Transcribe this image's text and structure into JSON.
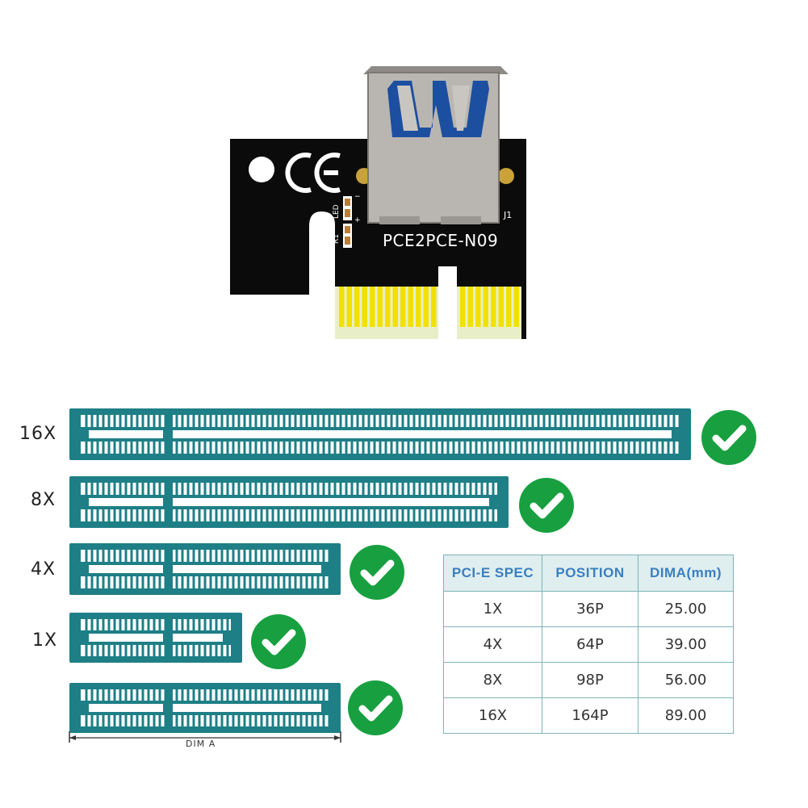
{
  "board": {
    "model": "PCE2PCE-N09",
    "cert_mark": "CE",
    "led_label": "LED",
    "resistor_label": "R1",
    "connector_label": "J1",
    "minus_sign": "−",
    "plus_sign": "+",
    "colors": {
      "pcb": "#0b0b0b",
      "gold": "#f2e000",
      "usb_blue": "#1c4fa0",
      "metal": "#b9b6b1"
    }
  },
  "slots": [
    {
      "label": "16X",
      "icon": "check-icon"
    },
    {
      "label": "8X",
      "icon": "check-icon"
    },
    {
      "label": "4X",
      "icon": "check-icon"
    },
    {
      "label": "1X",
      "icon": "check-icon"
    },
    {
      "label": "",
      "icon": "check-icon"
    }
  ],
  "dimension_label": "DIM A",
  "spec_table": {
    "headers": [
      "PCI-E SPEC",
      "POSITION",
      "DIMA(mm)"
    ],
    "rows": [
      [
        "1X",
        "36P",
        "25.00"
      ],
      [
        "4X",
        "64P",
        "39.00"
      ],
      [
        "8X",
        "98P",
        "56.00"
      ],
      [
        "16X",
        "164P",
        "89.00"
      ]
    ]
  },
  "colors": {
    "slot_teal": "#1e7f86",
    "check_green": "#18a040",
    "header_blue": "#3a7fc1"
  }
}
